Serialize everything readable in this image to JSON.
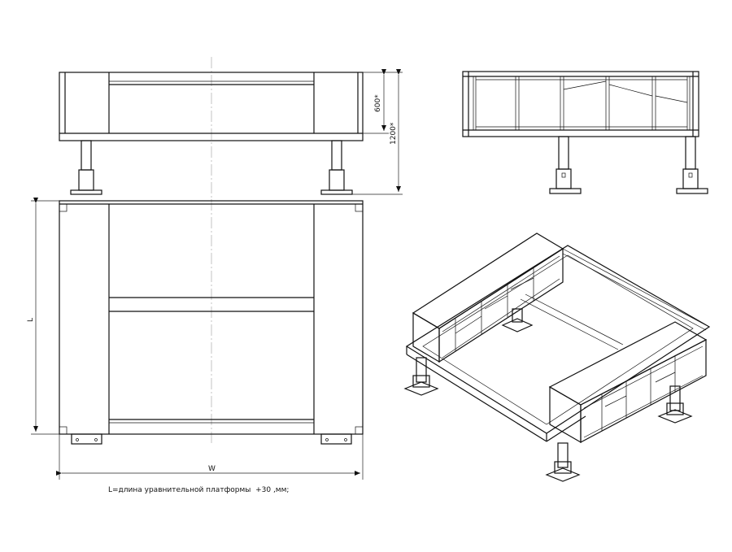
{
  "dimensions": {
    "height_upper": "600*",
    "height_total": "1200*",
    "length": "L",
    "width": "W"
  },
  "note": "L=длина уравнительной платформы  +30 ,мм;"
}
